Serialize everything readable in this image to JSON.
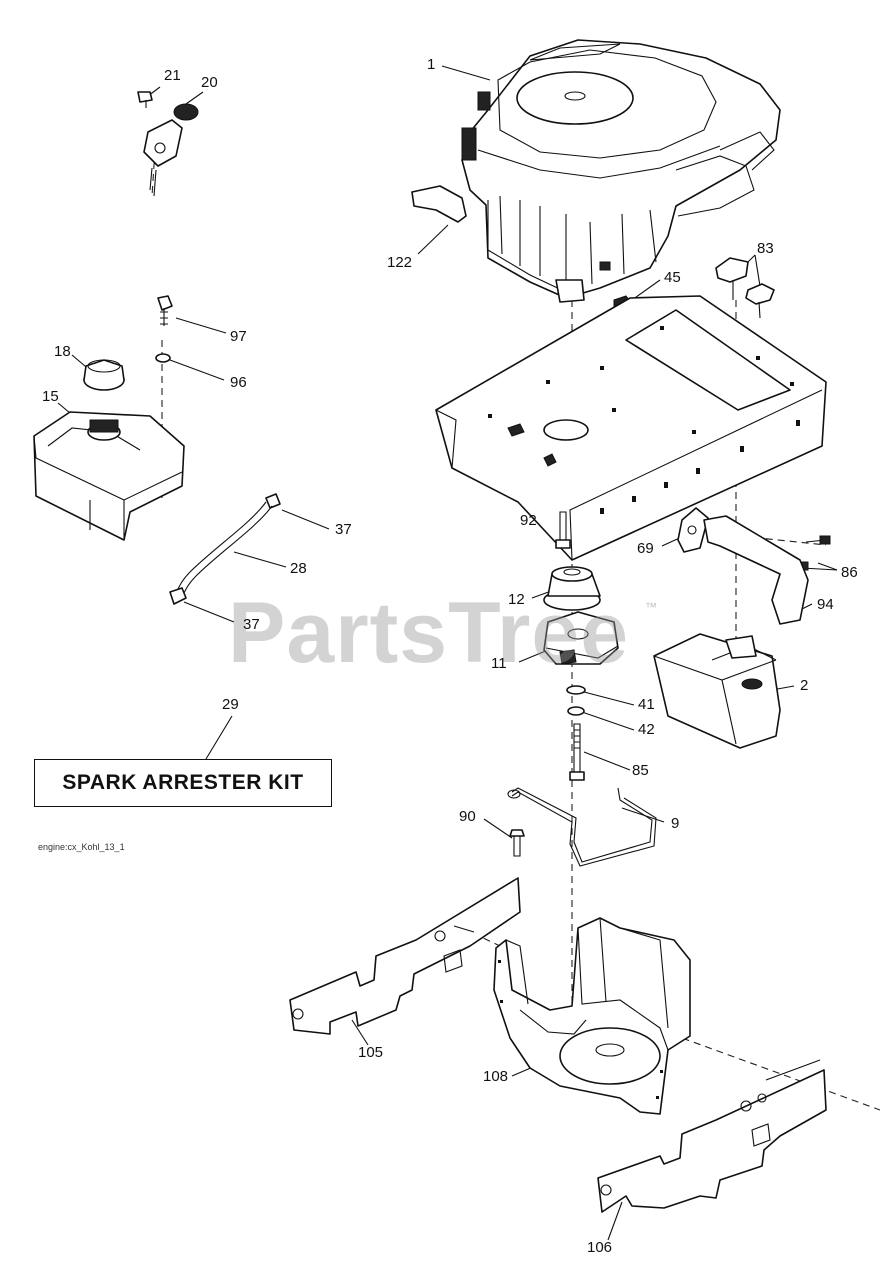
{
  "watermark": {
    "text": "PartsTree",
    "trademark": "™"
  },
  "kit_label": "SPARK ARRESTER KIT",
  "drawing_id": "engine:cx_Kohl_13_1",
  "callouts": [
    {
      "id": "c1",
      "label": "1"
    },
    {
      "id": "c21",
      "label": "21"
    },
    {
      "id": "c20",
      "label": "20"
    },
    {
      "id": "c122",
      "label": "122"
    },
    {
      "id": "c83",
      "label": "83"
    },
    {
      "id": "c45",
      "label": "45"
    },
    {
      "id": "c97",
      "label": "97"
    },
    {
      "id": "c18",
      "label": "18"
    },
    {
      "id": "c96",
      "label": "96"
    },
    {
      "id": "c15",
      "label": "15"
    },
    {
      "id": "c92",
      "label": "92"
    },
    {
      "id": "c69",
      "label": "69"
    },
    {
      "id": "c86",
      "label": "86"
    },
    {
      "id": "c37a",
      "label": "37"
    },
    {
      "id": "c28",
      "label": "28"
    },
    {
      "id": "c12",
      "label": "12"
    },
    {
      "id": "c94",
      "label": "94"
    },
    {
      "id": "c37b",
      "label": "37"
    },
    {
      "id": "c11",
      "label": "11"
    },
    {
      "id": "c2",
      "label": "2"
    },
    {
      "id": "c29",
      "label": "29"
    },
    {
      "id": "c41",
      "label": "41"
    },
    {
      "id": "c42",
      "label": "42"
    },
    {
      "id": "c85",
      "label": "85"
    },
    {
      "id": "c90",
      "label": "90"
    },
    {
      "id": "c9",
      "label": "9"
    },
    {
      "id": "c105",
      "label": "105"
    },
    {
      "id": "c108",
      "label": "108"
    },
    {
      "id": "c106",
      "label": "106"
    }
  ]
}
